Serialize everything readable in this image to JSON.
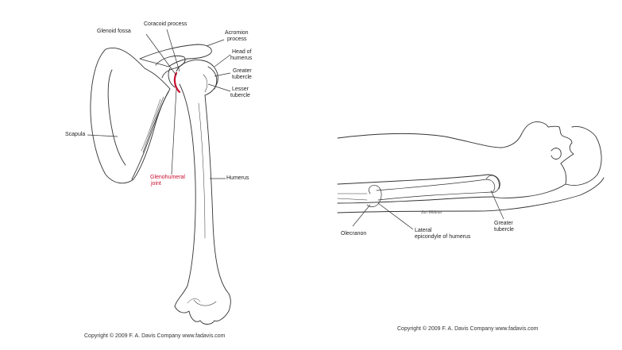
{
  "left_figure": {
    "labels": {
      "coracoid": "Coracoid process",
      "glenoid": "Glenoid fossa",
      "acromion_1": "Acromion",
      "acromion_2": "process",
      "head_1": "Head of",
      "head_2": "humerus",
      "greater_1": "Greater",
      "greater_2": "tubercle",
      "lesser_1": "Lesser",
      "lesser_2": "tubercle",
      "scapula": "Scapula",
      "gleno_1": "Glenohumeral",
      "gleno_2": "joint",
      "humerus": "Humerus"
    },
    "copyright": "Copyright © 2009  F. A. Davis Company   www.fadavis.com"
  },
  "right_figure": {
    "labels": {
      "olecranon": "Olecranon",
      "lateral_1": "Lateral",
      "lateral_2": "epicondyle of humerus",
      "greater_1": "Greater",
      "greater_2": "tubercle",
      "signature": "Jon Weltner"
    },
    "copyright": "Copyright © 2009  F. A. Davis Company   www.fadavis.com"
  },
  "colors": {
    "line": "#333333",
    "joint": "#c8102e"
  }
}
